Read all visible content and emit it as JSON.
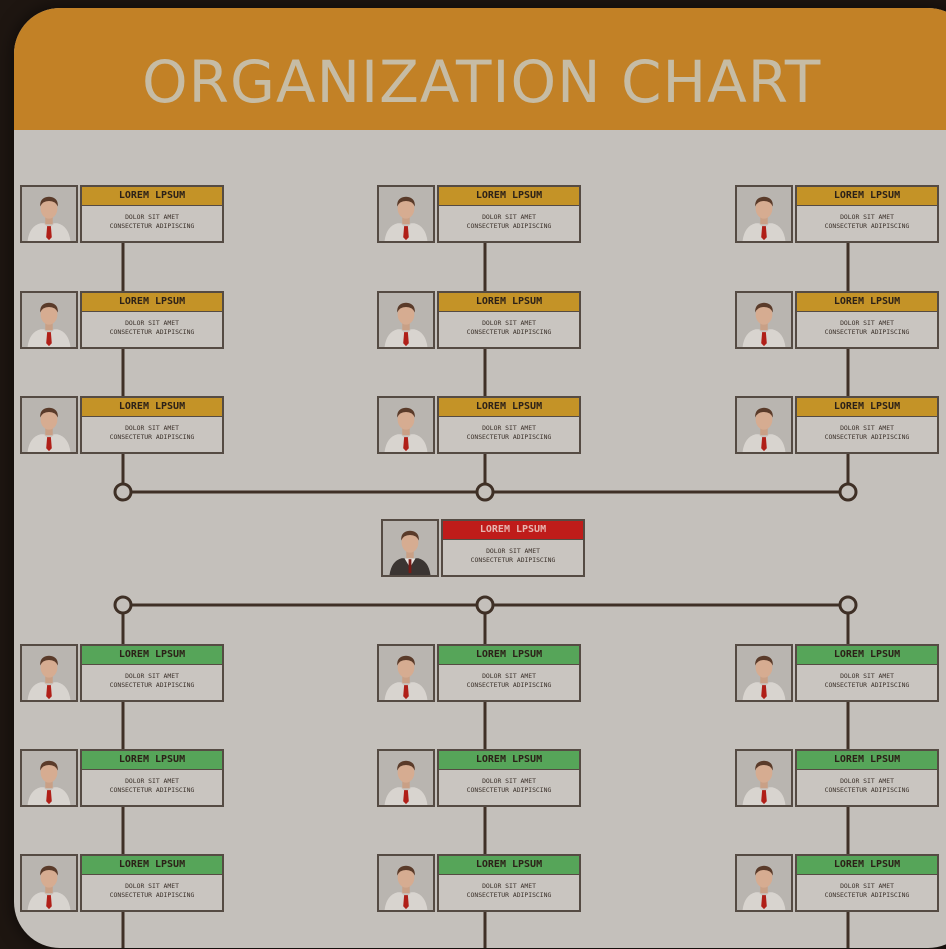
{
  "title": "ORGANIZATION CHART",
  "colors": {
    "header": "#c28126",
    "top_group": "#c49327",
    "center": "#bf1c1a",
    "bottom_group": "#56a559",
    "connector": "#3f3026"
  },
  "ceo": {
    "name": "LOREM LPSUM",
    "line1": "DOLOR SIT AMET",
    "line2": "CONSECTETUR ADIPISCING"
  },
  "top_group": {
    "columns": [
      [
        {
          "name": "LOREM LPSUM",
          "line1": "DOLOR SIT AMET",
          "line2": "CONSECTETUR ADIPISCING"
        },
        {
          "name": "LOREM LPSUM",
          "line1": "DOLOR SIT AMET",
          "line2": "CONSECTETUR ADIPISCING"
        },
        {
          "name": "LOREM LPSUM",
          "line1": "DOLOR SIT AMET",
          "line2": "CONSECTETUR ADIPISCING"
        }
      ],
      [
        {
          "name": "LOREM LPSUM",
          "line1": "DOLOR SIT AMET",
          "line2": "CONSECTETUR ADIPISCING"
        },
        {
          "name": "LOREM LPSUM",
          "line1": "DOLOR SIT AMET",
          "line2": "CONSECTETUR ADIPISCING"
        },
        {
          "name": "LOREM LPSUM",
          "line1": "DOLOR SIT AMET",
          "line2": "CONSECTETUR ADIPISCING"
        }
      ],
      [
        {
          "name": "LOREM LPSUM",
          "line1": "DOLOR SIT AMET",
          "line2": "CONSECTETUR ADIPISCING"
        },
        {
          "name": "LOREM LPSUM",
          "line1": "DOLOR SIT AMET",
          "line2": "CONSECTETUR ADIPISCING"
        },
        {
          "name": "LOREM LPSUM",
          "line1": "DOLOR SIT AMET",
          "line2": "CONSECTETUR ADIPISCING"
        }
      ]
    ]
  },
  "bottom_group": {
    "columns": [
      [
        {
          "name": "LOREM LPSUM",
          "line1": "DOLOR SIT AMET",
          "line2": "CONSECTETUR ADIPISCING"
        },
        {
          "name": "LOREM LPSUM",
          "line1": "DOLOR SIT AMET",
          "line2": "CONSECTETUR ADIPISCING"
        },
        {
          "name": "LOREM LPSUM",
          "line1": "DOLOR SIT AMET",
          "line2": "CONSECTETUR ADIPISCING"
        }
      ],
      [
        {
          "name": "LOREM LPSUM",
          "line1": "DOLOR SIT AMET",
          "line2": "CONSECTETUR ADIPISCING"
        },
        {
          "name": "LOREM LPSUM",
          "line1": "DOLOR SIT AMET",
          "line2": "CONSECTETUR ADIPISCING"
        },
        {
          "name": "LOREM LPSUM",
          "line1": "DOLOR SIT AMET",
          "line2": "CONSECTETUR ADIPISCING"
        }
      ],
      [
        {
          "name": "LOREM LPSUM",
          "line1": "DOLOR SIT AMET",
          "line2": "CONSECTETUR ADIPISCING"
        },
        {
          "name": "LOREM LPSUM",
          "line1": "DOLOR SIT AMET",
          "line2": "CONSECTETUR ADIPISCING"
        },
        {
          "name": "LOREM LPSUM",
          "line1": "DOLOR SIT AMET",
          "line2": "CONSECTETUR ADIPISCING"
        }
      ]
    ]
  }
}
